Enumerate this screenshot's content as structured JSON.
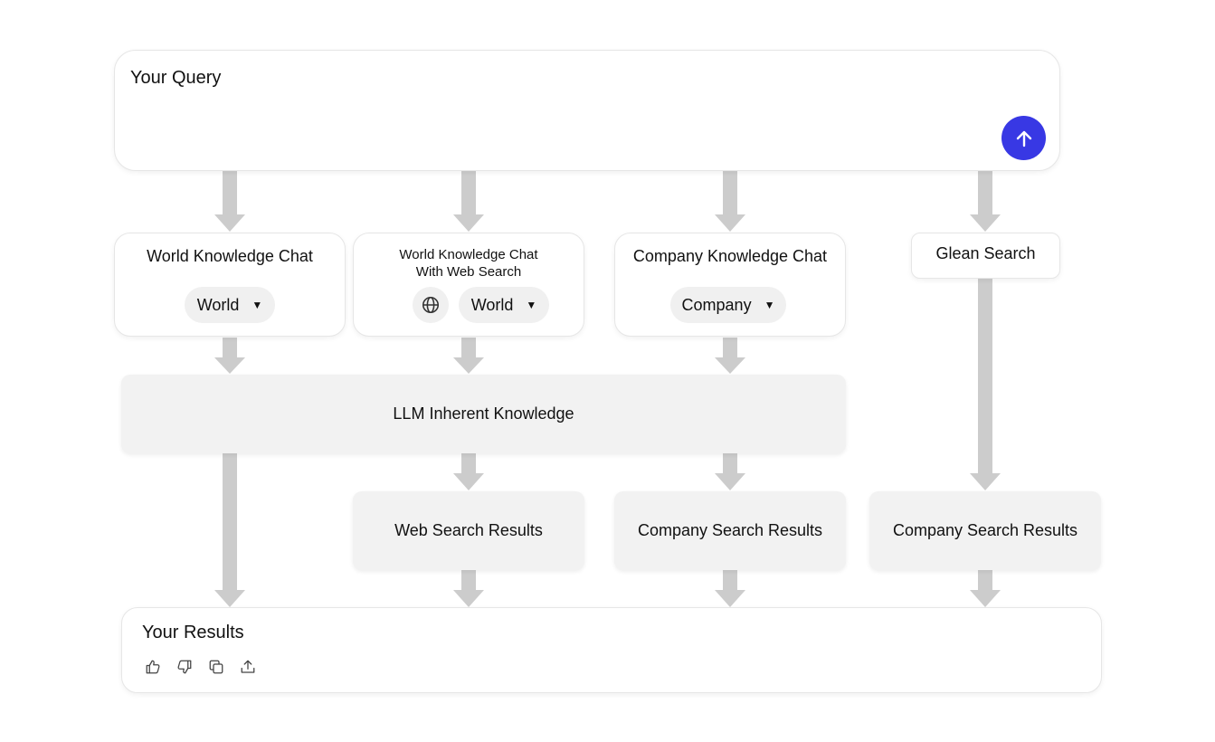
{
  "query": {
    "title": "Your Query",
    "send_icon": "arrow-up-icon",
    "accent_color": "#3838e4"
  },
  "nodes": {
    "world_chat": {
      "title": "World Knowledge Chat",
      "selector_value": "World"
    },
    "web_chat": {
      "title_line1": "World Knowledge Chat",
      "title_line2": "With Web Search",
      "toggle_icon": "globe-icon",
      "selector_value": "World"
    },
    "company_chat": {
      "title": "Company Knowledge Chat",
      "selector_value": "Company"
    },
    "glean_search": {
      "title": "Glean Search"
    }
  },
  "sources": {
    "llm": "LLM Inherent Knowledge",
    "web_results": "Web Search Results",
    "company_results_chat": "Company Search Results",
    "company_results_search": "Company Search Results"
  },
  "results": {
    "title": "Your Results",
    "actions": [
      "thumbs-up-icon",
      "thumbs-down-icon",
      "copy-icon",
      "share-icon"
    ]
  },
  "colors": {
    "arrow": "#cccccc",
    "box_fill": "#f2f2f2"
  }
}
